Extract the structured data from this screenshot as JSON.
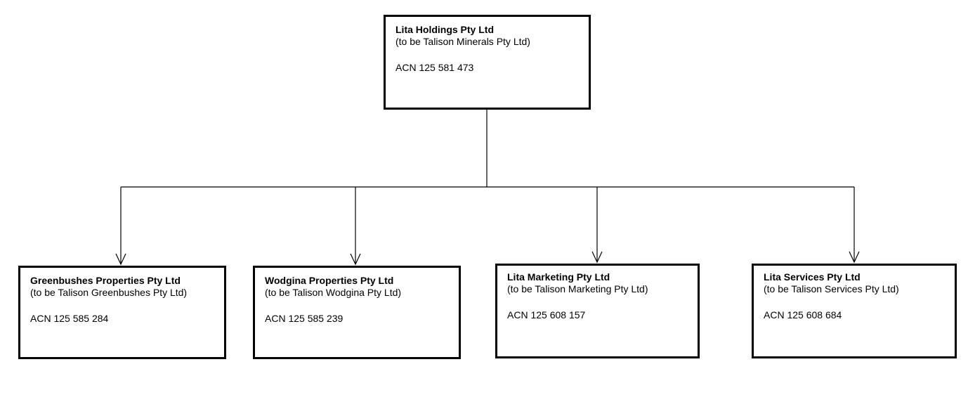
{
  "parent": {
    "name": "Lita Holdings Pty Ltd",
    "future_name": "(to be Talison Minerals Pty Ltd)",
    "acn": "ACN 125 581 473"
  },
  "subsidiaries": [
    {
      "name": "Greenbushes Properties Pty Ltd",
      "future_name": "(to be Talison Greenbushes Pty Ltd)",
      "acn": "ACN 125 585 284"
    },
    {
      "name": "Wodgina Properties Pty Ltd",
      "future_name": "(to be Talison Wodgina Pty Ltd)",
      "acn": "ACN 125 585 239"
    },
    {
      "name": "Lita Marketing Pty Ltd",
      "future_name": "(to be Talison Marketing Pty Ltd)",
      "acn": "ACN 125 608 157"
    },
    {
      "name": "Lita Services Pty Ltd",
      "future_name": "(to be Talison Services Pty Ltd)",
      "acn": "ACN 125 608 684"
    }
  ]
}
